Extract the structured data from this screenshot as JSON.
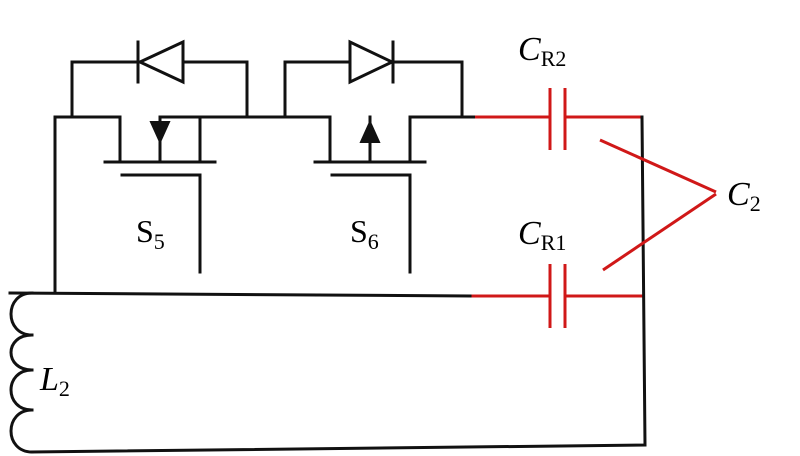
{
  "labels": {
    "s5_main": "S",
    "s5_sub": "5",
    "s6_main": "S",
    "s6_sub": "6",
    "cr2_main": "C",
    "cr2_sub": "R2",
    "cr1_main": "C",
    "cr1_sub": "R1",
    "c2_main": "C",
    "c2_sub": "2",
    "l2_main": "L",
    "l2_sub": "2"
  },
  "colors": {
    "wire": "#111111",
    "highlight": "#d01818"
  }
}
